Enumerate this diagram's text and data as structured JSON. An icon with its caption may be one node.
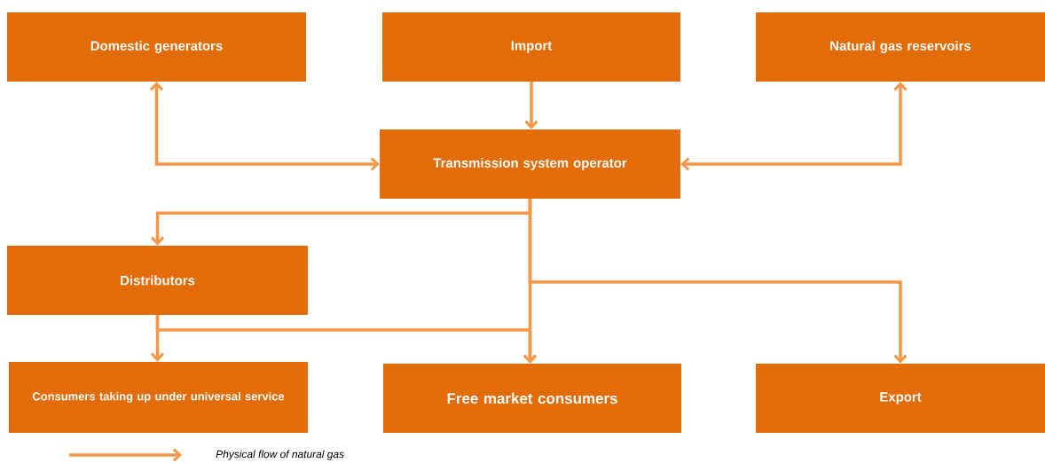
{
  "diagram": {
    "nodes": [
      {
        "text": [
          "Domestic generators"
        ]
      },
      {
        "text": [
          "Import"
        ]
      },
      {
        "text": [
          "Natural gas reservoirs"
        ]
      },
      {
        "text": [
          "Transmission system operator"
        ]
      },
      {
        "text": [
          "Distributors"
        ]
      },
      {
        "text": [
          "Consumers taking up under universal service"
        ]
      },
      {
        "text": [
          "Free market consumers"
        ]
      },
      {
        "text": [
          "Export"
        ]
      }
    ],
    "edges": [
      {
        "from": 0,
        "to": 3,
        "arrow": "both"
      },
      {
        "from": 1,
        "to": 3,
        "arrow": "to"
      },
      {
        "from": 2,
        "to": 3,
        "arrow": "both"
      },
      {
        "from": 3,
        "to": 4,
        "arrow": "to"
      },
      {
        "from": 3,
        "to": 6,
        "arrow": "to"
      },
      {
        "from": 3,
        "to": 7,
        "arrow": "to"
      },
      {
        "from": 4,
        "to": 5,
        "arrow": "to"
      },
      {
        "from": 4,
        "to": 6,
        "arrow": "to"
      }
    ],
    "legend": [
      {
        "text": "Physical flow of natural gas"
      }
    ]
  }
}
